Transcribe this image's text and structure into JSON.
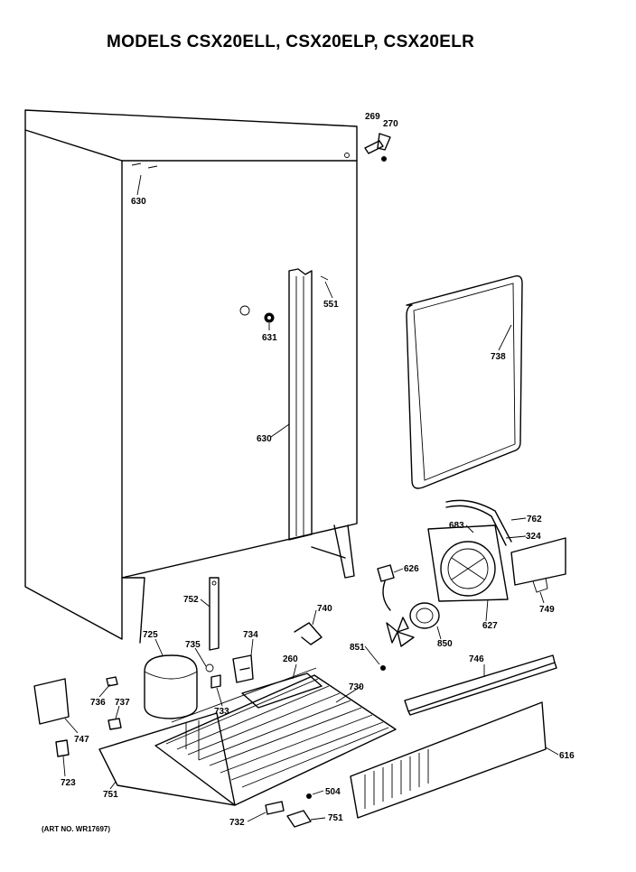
{
  "title": "MODELS CSX20ELL, CSX20ELP, CSX20ELR",
  "art_no": "(ART NO. WR17697)",
  "parts": {
    "p269": "269",
    "p270": "270",
    "p630a": "630",
    "p551": "551",
    "p631": "631",
    "p738": "738",
    "p630b": "630",
    "p762": "762",
    "p683": "683",
    "p324": "324",
    "p626": "626",
    "p749": "749",
    "p740": "740",
    "p752": "752",
    "p627": "627",
    "p734": "734",
    "p725": "725",
    "p735": "735",
    "p850": "850",
    "p851": "851",
    "p260": "260",
    "p746": "746",
    "p730": "730",
    "p736": "736",
    "p737": "737",
    "p733": "733",
    "p747": "747",
    "p616": "616",
    "p723": "723",
    "p751a": "751",
    "p504": "504",
    "p732": "732",
    "p751b": "751"
  }
}
